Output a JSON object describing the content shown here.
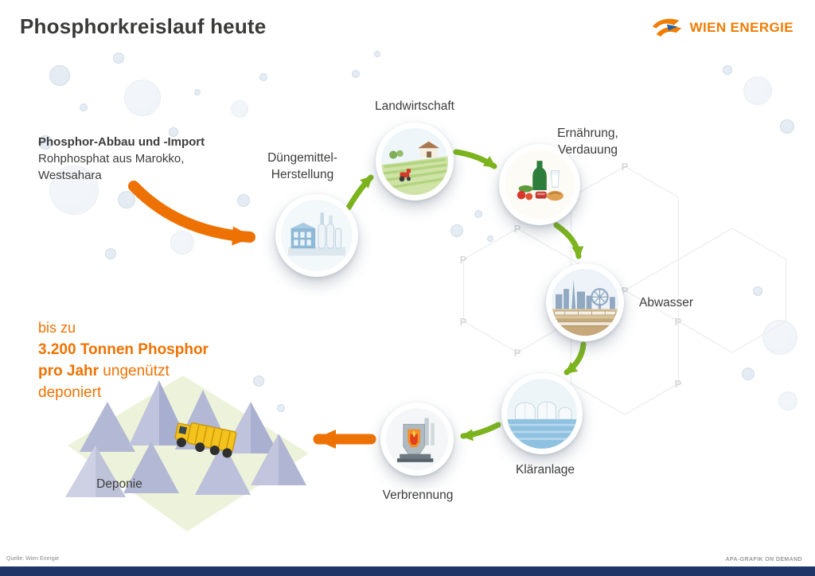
{
  "header": {
    "title": "Phosphorkreislauf heute",
    "logo_text": "WIEN ENERGIE"
  },
  "import_note": {
    "heading": "Phosphor-Abbau und -Import",
    "body": "Rohphosphat aus Marokko,\nWestsahara"
  },
  "stat_note": {
    "line1": "bis zu",
    "line2": "3.200 Tonnen Phosphor",
    "line3_bold": "pro Jahr",
    "line3_regular": " ungenützt",
    "line4": "deponiert"
  },
  "cycle": {
    "nodes": [
      {
        "label": "Düngemittel-\nHerstellung"
      },
      {
        "label": "Landwirtschaft"
      },
      {
        "label": "Ernährung,\nVerdauung"
      },
      {
        "label": "Abwasser"
      },
      {
        "label": "Kläranlage"
      },
      {
        "label": "Verbrennung"
      }
    ]
  },
  "landfill": {
    "label": "Deponie"
  },
  "decor": {
    "phosphorus_symbol": "P"
  },
  "footer": {
    "source": "Quelle: Wien Energie",
    "credit": "APA-GRAFIK ON DEMAND"
  },
  "colors": {
    "accent_orange": "#f07c02",
    "arrow_green": "#7cb41e",
    "footer_navy": "#203567",
    "text_dark": "#3c3c3b"
  }
}
